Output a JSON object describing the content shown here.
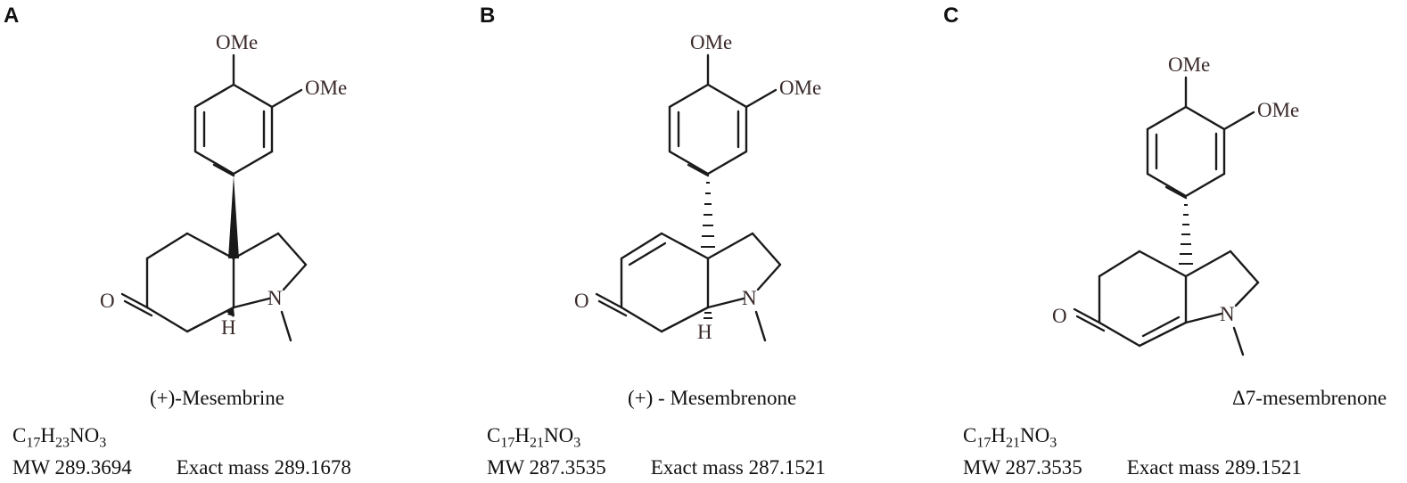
{
  "panels": [
    {
      "letter": "A",
      "name": "(+)-Mesembrine",
      "formula": {
        "c": "17",
        "h": "23",
        "rest": "NO",
        "o": "3"
      },
      "mw": "MW 289.3694",
      "exact_mass": "Exact mass 289.1678",
      "atoms": {
        "ome1": "OMe",
        "ome2": "OMe",
        "o": "O",
        "n": "N",
        "h": "H"
      }
    },
    {
      "letter": "B",
      "name": "(+) - Mesembrenone",
      "formula": {
        "c": "17",
        "h": "21",
        "rest": "NO",
        "o": "3"
      },
      "mw": "MW 287.3535",
      "exact_mass": "Exact mass 287.1521",
      "atoms": {
        "ome1": "OMe",
        "ome2": "OMe",
        "o": "O",
        "n": "N",
        "h": "H"
      }
    },
    {
      "letter": "C",
      "name": "Δ7-mesembrenone",
      "formula": {
        "c": "17",
        "h": "21",
        "rest": "NO",
        "o": "3"
      },
      "mw": "MW 287.3535",
      "exact_mass": "Exact mass 289.1521",
      "atoms": {
        "ome1": "OMe",
        "ome2": "OMe",
        "o": "O",
        "n": "N"
      }
    }
  ]
}
